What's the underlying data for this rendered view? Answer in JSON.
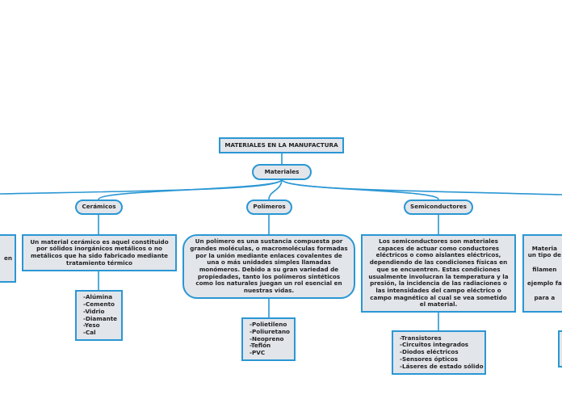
{
  "diagram": {
    "root": {
      "label": "MATERIALES EN LA MANUFACTURA"
    },
    "main": {
      "label": "Materiales"
    },
    "categories": [
      {
        "title": "Cerámicos",
        "description": "Un material cerámico es aquel constituido por sólidos inorgánicos metálicos o no metálicos que ha sido fabricado mediante tratamiento térmico",
        "examples": "-Alúmina\n-Cemento\n-Vidrio\n-Diamante\n-Yeso\n-Cal"
      },
      {
        "title": "Polímeros",
        "description": "Un polímero es una sustancia compuesta por grandes moléculas, o macromoléculas formadas por la unión mediante enlaces covalentes de una o más unidades simples llamadas monómeros. Debido a su gran variedad de propiedades, tanto los polímeros sintéticos como los naturales juegan un rol esencial en nuestras vidas.",
        "examples": "-Polietileno\n-Poliuretano\n-Neopreno\n-Teflón\n-PVC"
      },
      {
        "title": "Semiconductores",
        "description": "Los semiconductores son materiales capaces de actuar como conductores eléctricos o como aislantes eléctricos, dependiendo de las condiciones físicas en que se encuentren. Estas condiciones usualmente involucran la temperatura y la presión, la incidencia de las radiaciones o las intensidades del campo eléctrico o campo magnético al cual se vea sometido el material.",
        "examples": "-Transistores\n-Circuitos integrados\n-Diodos eléctricos\n-Sensores ópticos\n-Láseres de estado sólido"
      }
    ],
    "partial_left": {
      "description": "en"
    },
    "partial_right": {
      "description": "Materia\nun tipo de\n\nfilamen\n\nejemplo fa\n\npara a"
    }
  }
}
